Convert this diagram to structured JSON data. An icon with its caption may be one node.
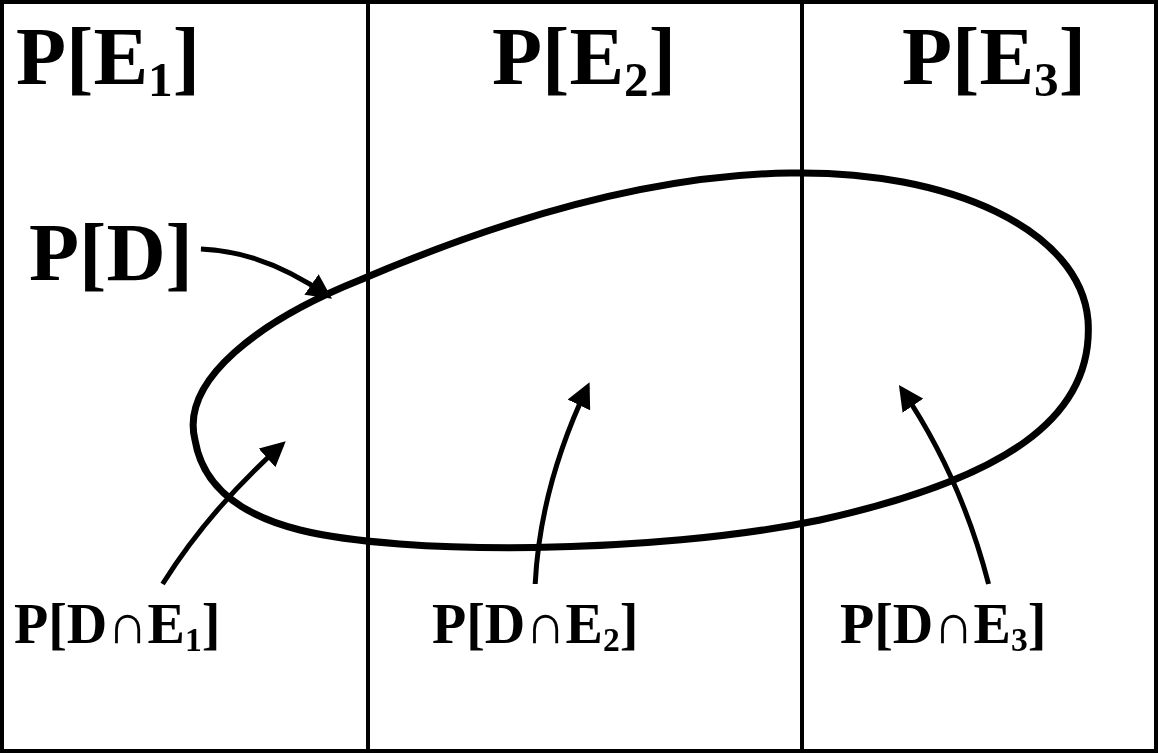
{
  "diagram": {
    "nodes": [
      {
        "text": [
          "P[E$_{1}$]"
        ]
      },
      {
        "text": [
          "P[D]"
        ],
        "in": 0
      },
      {
        "text": [
          "P[D∩E$_{1}$]"
        ],
        "in": 0
      },
      {
        "text": [
          "P[E$_{2}$]"
        ]
      },
      {
        "text": [
          "P[D∩E$_{2}$]"
        ],
        "in": 3
      },
      {
        "text": [
          "P[E$_{3}$]"
        ]
      },
      {
        "text": [
          "P[D∩E$_{3}$]"
        ],
        "in": 5
      },
      {
        "text": [],
        "shape": "ellipse"
      }
    ],
    "edges": [
      {
        "from": 1,
        "to": 7,
        "arrow": "to"
      },
      {
        "from": 2,
        "to": 7,
        "arrow": "to"
      },
      {
        "from": 4,
        "to": 7,
        "arrow": "to"
      },
      {
        "from": 6,
        "to": 7,
        "arrow": "to"
      }
    ]
  }
}
